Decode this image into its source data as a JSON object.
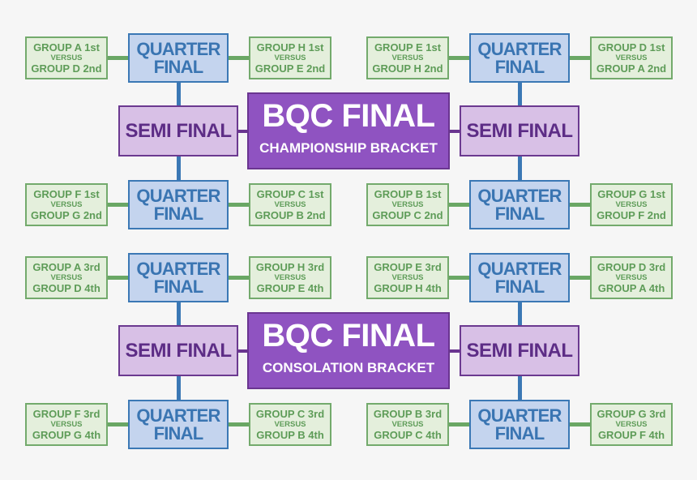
{
  "colors": {
    "background": "#f6f6f6",
    "matchup_fill": "#e4efdc",
    "matchup_border": "#73aa6c",
    "matchup_text": "#5e9c58",
    "quarter_fill": "#c4d4ee",
    "quarter_border": "#3b78b5",
    "quarter_text": "#3a75b2",
    "semi_fill": "#d8c0e6",
    "semi_border": "#6b3990",
    "semi_text": "#5d2d86",
    "final_fill": "#8f53c1",
    "final_border": "#6a3590",
    "final_text": "#ffffff"
  },
  "brackets": [
    {
      "title": "BQC FINAL",
      "subtitle": "CHAMPIONSHIP BRACKET",
      "semi_left": "SEMI FINAL",
      "semi_right": "SEMI FINAL",
      "quarters": [
        {
          "line1": "QUARTER",
          "line2": "FINAL",
          "left": {
            "team1": "GROUP A 1st",
            "versus": "VERSUS",
            "team2": "GROUP D 2nd"
          },
          "right": {
            "team1": "GROUP H 1st",
            "versus": "VERSUS",
            "team2": "GROUP E 2nd"
          }
        },
        {
          "line1": "QUARTER",
          "line2": "FINAL",
          "left": {
            "team1": "GROUP E 1st",
            "versus": "VERSUS",
            "team2": "GROUP H 2nd"
          },
          "right": {
            "team1": "GROUP D 1st",
            "versus": "VERSUS",
            "team2": "GROUP A 2nd"
          }
        },
        {
          "line1": "QUARTER",
          "line2": "FINAL",
          "left": {
            "team1": "GROUP F 1st",
            "versus": "VERSUS",
            "team2": "GROUP G 2nd"
          },
          "right": {
            "team1": "GROUP C 1st",
            "versus": "VERSUS",
            "team2": "GROUP B 2nd"
          }
        },
        {
          "line1": "QUARTER",
          "line2": "FINAL",
          "left": {
            "team1": "GROUP B 1st",
            "versus": "VERSUS",
            "team2": "GROUP C 2nd"
          },
          "right": {
            "team1": "GROUP G 1st",
            "versus": "VERSUS",
            "team2": "GROUP F 2nd"
          }
        }
      ]
    },
    {
      "title": "BQC FINAL",
      "subtitle": "CONSOLATION BRACKET",
      "semi_left": "SEMI FINAL",
      "semi_right": "SEMI FINAL",
      "quarters": [
        {
          "line1": "QUARTER",
          "line2": "FINAL",
          "left": {
            "team1": "GROUP A 3rd",
            "versus": "VERSUS",
            "team2": "GROUP D 4th"
          },
          "right": {
            "team1": "GROUP H 3rd",
            "versus": "VERSUS",
            "team2": "GROUP E 4th"
          }
        },
        {
          "line1": "QUARTER",
          "line2": "FINAL",
          "left": {
            "team1": "GROUP E 3rd",
            "versus": "VERSUS",
            "team2": "GROUP H 4th"
          },
          "right": {
            "team1": "GROUP D 3rd",
            "versus": "VERSUS",
            "team2": "GROUP A 4th"
          }
        },
        {
          "line1": "QUARTER",
          "line2": "FINAL",
          "left": {
            "team1": "GROUP F 3rd",
            "versus": "VERSUS",
            "team2": "GROUP G 4th"
          },
          "right": {
            "team1": "GROUP C 3rd",
            "versus": "VERSUS",
            "team2": "GROUP B 4th"
          }
        },
        {
          "line1": "QUARTER",
          "line2": "FINAL",
          "left": {
            "team1": "GROUP B 3rd",
            "versus": "VERSUS",
            "team2": "GROUP C 4th"
          },
          "right": {
            "team1": "GROUP G 3rd",
            "versus": "VERSUS",
            "team2": "GROUP F 4th"
          }
        }
      ]
    }
  ]
}
